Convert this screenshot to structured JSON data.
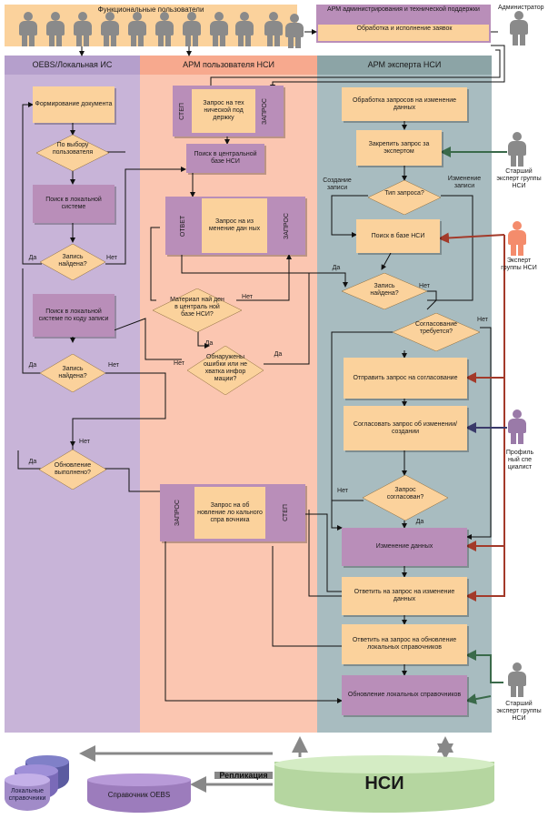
{
  "colors": {
    "lane_left": "#c8b4d8",
    "lane_mid": "#fbc6b1",
    "lane_right": "#a8bcc0",
    "head_left": "#b59fcc",
    "head_mid": "#f7a98e",
    "head_right": "#8ca4a6",
    "box_orange": "#fbd29c",
    "box_purple": "#b98eb9",
    "arrow_red": "#a33a2a",
    "arrow_blue": "#3a3a6a",
    "arrow_green": "#3a6a4a",
    "nsi_db": "#c9e3b8"
  },
  "top": {
    "users_label": "Функциональные пользователи",
    "admin_box_title": "АРМ администрирования и технической поддержки",
    "admin_box_sub": "Обработка и исполнение заявок",
    "admin_label": "Администратор"
  },
  "lanes": {
    "left": "OEBS/Локальная ИС",
    "mid": "АРМ пользователя НСИ",
    "right": "АРМ эксперта НСИ"
  },
  "left_lane": {
    "form_doc": "Формирование документа",
    "by_choice": "По выбору пользователя",
    "local_search": "Поиск в локальной системе",
    "record_found1": "Запись найдена?",
    "local_code_search": "Поиск в локальной системе по коду записи",
    "record_found2": "Запись найдена?",
    "update_done": "Обновление выполнено?"
  },
  "mid_lane": {
    "tech_request": "Запрос на тех нической под держку",
    "vlab_steg1": "СТЕП",
    "vlab_request1": "ЗАПРОС",
    "central_search": "Поиск в центральной базе НСИ",
    "change_request": "Запрос на из менение дан ных",
    "vlab_answer": "ОТВЕТ",
    "vlab_request2": "ЗАПРОС",
    "mat_in_central": "Материал най ден в централь ной базе НСИ?",
    "errors_found": "Обнаружены ошибки или не хватка инфор мации?",
    "update_local_request": "Запрос на об новление ло кального спра вочника",
    "vlab_request3": "ЗАПРОС",
    "vlab_steg2": "СТЕП"
  },
  "right_lane": {
    "process_requests": "Обработка запросов на изменение данных",
    "assign_expert": "Закрепить запрос за экспертом",
    "request_type": "Тип запроса?",
    "create_record": "Создание записи",
    "change_record": "Изменение записи",
    "search_nsi": "Поиск в базе НСИ",
    "record_found": "Запись найдена?",
    "approval_needed": "Согласование требуется?",
    "send_for_approval": "Отправить запрос на согласование",
    "approve_request": "Согласовать запрос об изменении/создании",
    "request_approved": "Запрос согласован?",
    "change_data": "Изменение данных",
    "answer_change": "Ответить на запрос на изменение данных",
    "answer_update_local": "Ответить на запрос на обновление локальных справочников",
    "update_local": "Обновление локальных справочников"
  },
  "decision_labels": {
    "yes": "Да",
    "no": "Нет"
  },
  "roles": {
    "senior_expert": "Старший эксперт группы НСИ",
    "nsi_expert": "Эксперт группы НСИ",
    "profile_specialist": "Профиль ный спе циалист",
    "senior_expert2": "Старший эксперт группы НСИ"
  },
  "bottom": {
    "local_refs": "Локальные справочники",
    "oebs_ref": "Справочник OEBS",
    "replication": "Репликация",
    "nsi": "НСИ"
  }
}
